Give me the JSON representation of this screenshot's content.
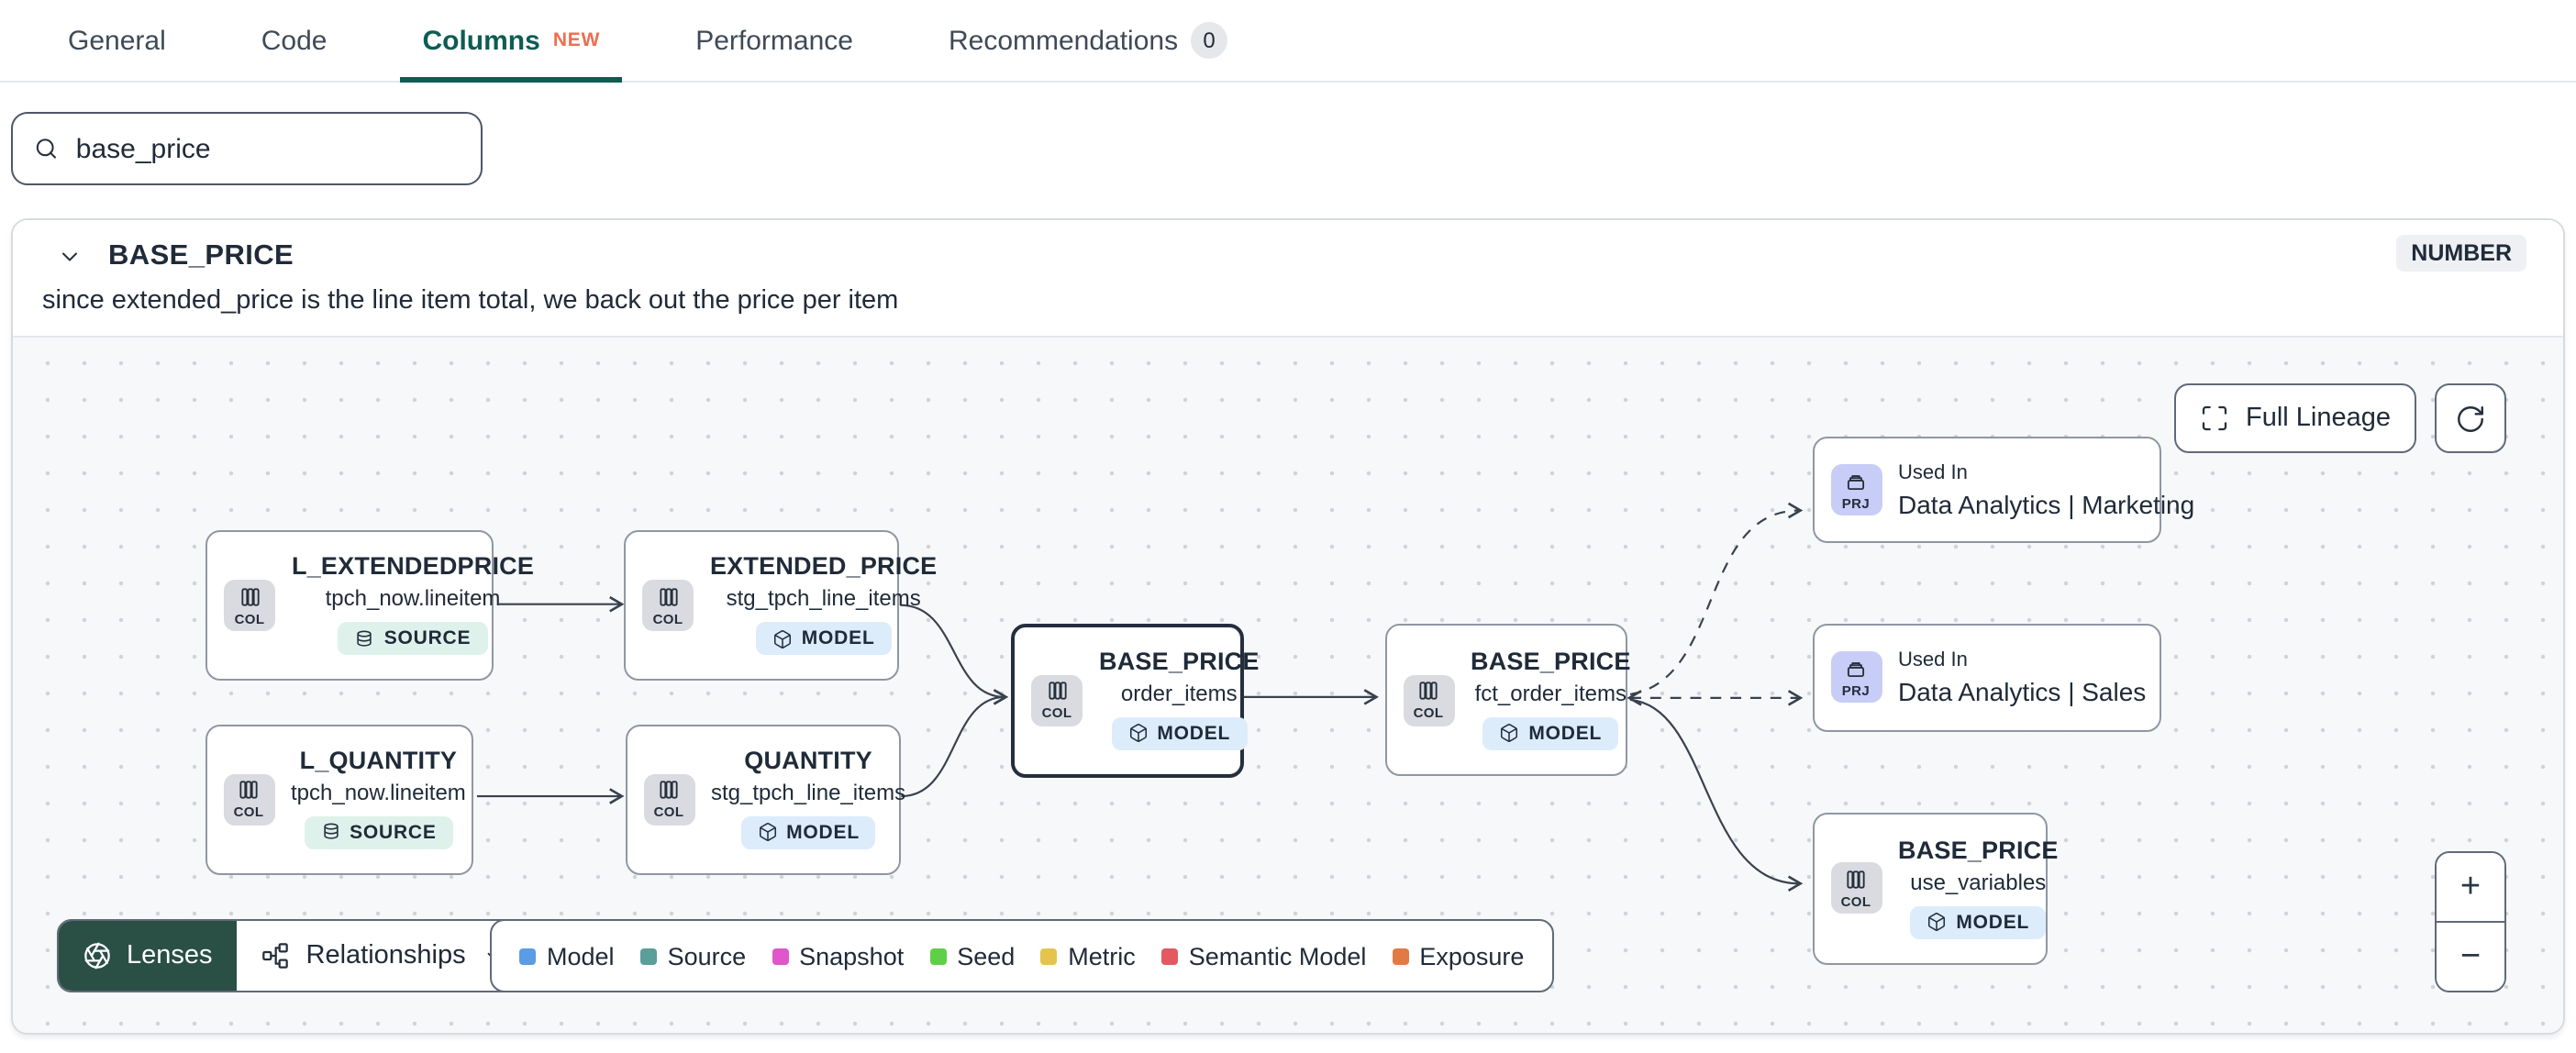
{
  "tabs": {
    "items": [
      {
        "label": "General"
      },
      {
        "label": "Code"
      },
      {
        "label": "Columns",
        "badge": "NEW"
      },
      {
        "label": "Performance"
      },
      {
        "label": "Recommendations",
        "badge": "0"
      }
    ]
  },
  "search": {
    "value": "base_price"
  },
  "column_panel": {
    "title": "BASE_PRICE",
    "type": "NUMBER",
    "description": "since extended_price is the line item total, we back out the price per item"
  },
  "lineage": {
    "controls": {
      "full_lineage": "Full Lineage",
      "zoom_in": "+",
      "zoom_out": "−"
    },
    "nodes": [
      {
        "chip": "COL",
        "title": "L_EXTENDEDPRICE",
        "subtitle": "tpch_now.lineitem",
        "badge": "SOURCE"
      },
      {
        "chip": "COL",
        "title": "EXTENDED_PRICE",
        "subtitle": "stg_tpch_line_items",
        "badge": "MODEL"
      },
      {
        "chip": "COL",
        "title": "L_QUANTITY",
        "subtitle": "tpch_now.lineitem",
        "badge": "SOURCE"
      },
      {
        "chip": "COL",
        "title": "QUANTITY",
        "subtitle": "stg_tpch_line_items",
        "badge": "MODEL"
      },
      {
        "chip": "COL",
        "title": "BASE_PRICE",
        "subtitle": "order_items",
        "badge": "MODEL"
      },
      {
        "chip": "COL",
        "title": "BASE_PRICE",
        "subtitle": "fct_order_items",
        "badge": "MODEL"
      },
      {
        "chip": "PRJ",
        "title": "Used In",
        "subtitle": "Data Analytics | Marketing"
      },
      {
        "chip": "PRJ",
        "title": "Used In",
        "subtitle": "Data Analytics | Sales"
      },
      {
        "chip": "COL",
        "title": "BASE_PRICE",
        "subtitle": "use_variables",
        "badge": "MODEL"
      }
    ],
    "footer": {
      "lenses": "Lenses",
      "relationships": "Relationships",
      "legend": [
        {
          "label": "Model",
          "color": "#5b9ce4"
        },
        {
          "label": "Source",
          "color": "#5b9e9a"
        },
        {
          "label": "Snapshot",
          "color": "#df57cb"
        },
        {
          "label": "Seed",
          "color": "#5fcf48"
        },
        {
          "label": "Metric",
          "color": "#e4c44e"
        },
        {
          "label": "Semantic Model",
          "color": "#e25a60"
        },
        {
          "label": "Exposure",
          "color": "#e07b45"
        }
      ]
    }
  }
}
